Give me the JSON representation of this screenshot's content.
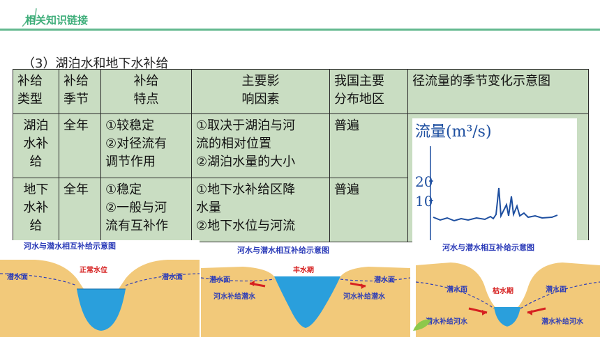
{
  "header": {
    "title": "相关知识链接"
  },
  "section": {
    "heading": "（3）湖泊水和地下水补给"
  },
  "table": {
    "headers": {
      "type_l1": "补给",
      "type_l2": "类型",
      "season_l1": "补给",
      "season_l2": "季节",
      "feature_l1": "补给",
      "feature_l2": "特点",
      "factor_l1": "主要影",
      "factor_l2": "响因素",
      "region_l1": "我国主要",
      "region_l2": "分布地区",
      "chart": "径流量的季节变化示意图"
    },
    "rows": [
      {
        "type_l1": "湖泊",
        "type_l2": "水补",
        "type_l3": "给",
        "season": "全年",
        "feature_l1": "①较稳定",
        "feature_l2": "②对径流有",
        "feature_l3": "调节作用",
        "factor_l1": "①取决于湖泊与河",
        "factor_l2": "流的相对位置",
        "factor_l3": "②湖泊水量的大小",
        "region": "普遍"
      },
      {
        "type_l1": "地下",
        "type_l2": "水补",
        "type_l3": "给",
        "season": "全年",
        "feature_l1": "①稳定",
        "feature_l2": "②一般与河",
        "feature_l3": "流有互补作",
        "factor_l1": "①地下水补给区降",
        "factor_l2": "水量",
        "factor_l3": "②地下水位与河流",
        "region": "普遍"
      }
    ]
  },
  "flow_chart": {
    "ylabel": "流量(m³/s)",
    "ticks": [
      "20",
      "10"
    ]
  },
  "diagrams": [
    {
      "title": "河水与潜水相互补给示意图",
      "left_label": "潜水面",
      "right_label": "潜水面",
      "water_label": "正常水位"
    },
    {
      "title": "河水与潜水相互补给示意图",
      "left_label": "潜水面",
      "right_label": "潜水面",
      "water_label": "丰水期",
      "left_arrow_label": "河水补给潜水",
      "right_arrow_label": "河水补给潜水"
    },
    {
      "title": "河水与潜水相互补给示意图",
      "left_label": "潜水面",
      "right_label": "潜水面",
      "water_label": "枯水期",
      "left_arrow_label": "潜水补给河水",
      "right_arrow_label": "潜水补给河水"
    }
  ],
  "colors": {
    "accent": "#63b98f",
    "header_text": "#3fae7a",
    "table_bg": "#c9ddc2",
    "water": "#2a9fdc",
    "soil": "#f2c97a",
    "diagram_text": "#2b3bb8",
    "arrow": "#d62020"
  }
}
